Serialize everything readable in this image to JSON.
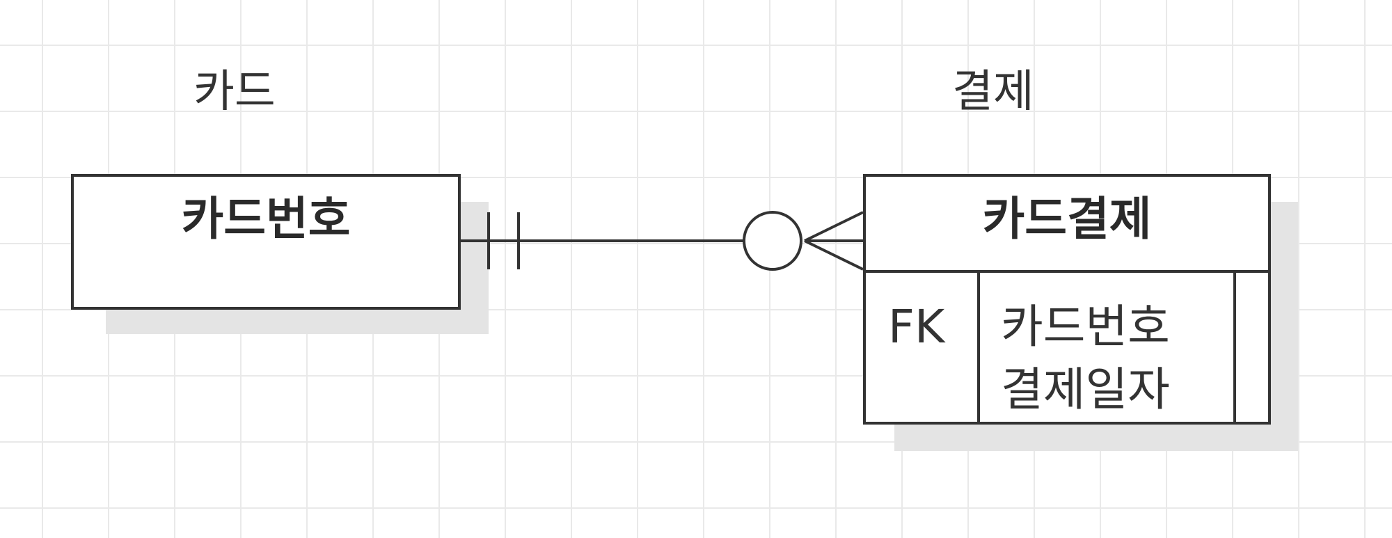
{
  "diagram": {
    "entities": [
      {
        "label": "카드",
        "title": "카드번호"
      },
      {
        "label": "결제",
        "title": "카드결제",
        "key_type": "FK",
        "attributes": [
          "카드번호",
          "결제일자"
        ]
      }
    ],
    "relationship": {
      "from_cardinality": "exactly one",
      "to_cardinality": "zero or many"
    }
  }
}
